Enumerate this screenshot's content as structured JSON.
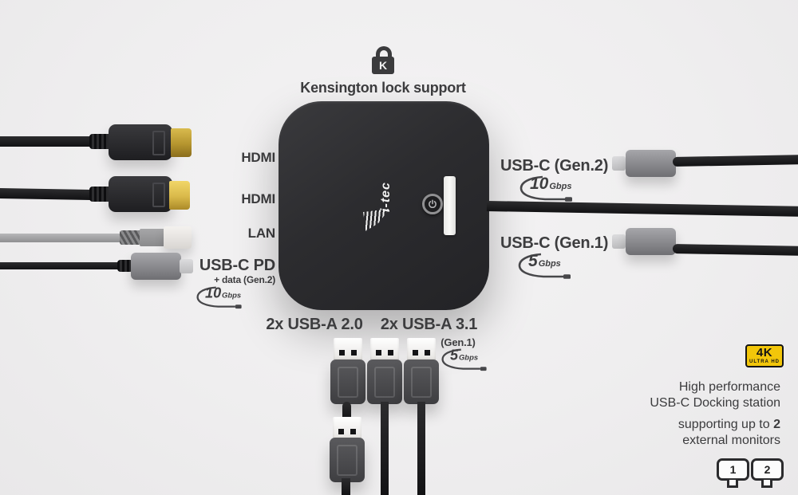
{
  "kensington": {
    "label": "Kensington lock support",
    "icon_letter": "K"
  },
  "device": {
    "brand": "i-tec"
  },
  "left_ports": [
    {
      "label": "HDMI"
    },
    {
      "label": "HDMI"
    },
    {
      "label": "LAN"
    },
    {
      "label": "USB-C PD",
      "sublabel": "+ data (Gen.2)",
      "speed_value": "10",
      "speed_unit": "Gbps"
    }
  ],
  "right_ports": [
    {
      "label": "USB-C (Gen.2)",
      "speed_value": "10",
      "speed_unit": "Gbps"
    },
    {
      "label": "USB-C (Gen.1)",
      "speed_value": "5",
      "speed_unit": "Gbps"
    }
  ],
  "bottom_ports": [
    {
      "label": "2x USB-A 2.0"
    },
    {
      "label": "2x USB-A 3.1",
      "sublabel": "(Gen.1)",
      "speed_value": "5",
      "speed_unit": "Gbps"
    }
  ],
  "badge_4k": {
    "title": "4K",
    "subtitle": "ULTRA HD"
  },
  "marketing": {
    "line1": "High performance",
    "line2": "USB-C Docking station",
    "line3_prefix": "supporting up to ",
    "line3_bold": "2",
    "line4": "external monitors"
  },
  "monitor_icons": [
    {
      "number": "1"
    },
    {
      "number": "2"
    }
  ],
  "colors": {
    "background": "#f1f0f1",
    "device": "#2e2e30",
    "accent_yellow": "#f2c60a",
    "hdmi_gold": "#c9a43a",
    "text": "#3b3b3d"
  }
}
